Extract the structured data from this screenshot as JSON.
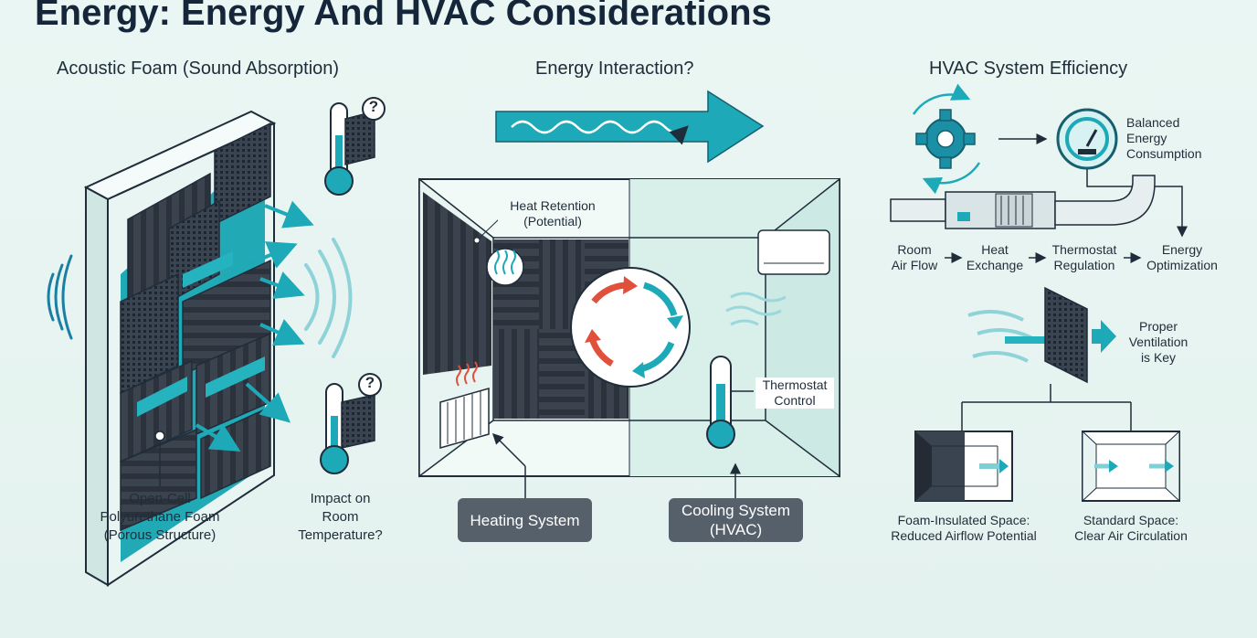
{
  "title": "Energy: Energy And HVAC Considerations",
  "sections": {
    "acoustic": {
      "title": "Acoustic Foam (Sound Absorption)",
      "foam_label_lines": [
        "Open-Cell",
        "Polyurethane Foam",
        "(Porous Structure)"
      ],
      "impact_label_lines": [
        "Impact on",
        "Room",
        "Temperature?"
      ],
      "question_mark": "?"
    },
    "interaction": {
      "title": "Energy Interaction?",
      "heat_retention_lines": [
        "Heat Retention",
        "(Potential)"
      ],
      "thermostat_lines": [
        "Thermostat",
        "Control"
      ],
      "heating_button": "Heating System",
      "cooling_button": "Cooling System\n(HVAC)"
    },
    "hvac": {
      "title": "HVAC System Efficiency",
      "balanced_lines": [
        "Balanced",
        "Energy",
        "Consumption"
      ],
      "flow_steps": [
        {
          "lines": [
            "Room",
            "Air Flow"
          ]
        },
        {
          "lines": [
            "Heat",
            "Exchange"
          ]
        },
        {
          "lines": [
            "Thermostat",
            "Regulation"
          ]
        },
        {
          "lines": [
            "Energy",
            "Optimization"
          ]
        }
      ],
      "ventilation_lines": [
        "Proper",
        "Ventilation",
        "is Key"
      ],
      "foam_space_lines": [
        "Foam-Insulated Space:",
        "Reduced Airflow Potential"
      ],
      "standard_space_lines": [
        "Standard Space:",
        "Clear Air Circulation"
      ]
    }
  },
  "colors": {
    "teal": "#1ea9b8",
    "dark_teal": "#16606e",
    "navy": "#1f2d3a",
    "foam": "#3a4350",
    "heat_red": "#e0503a",
    "button": "#56606b"
  }
}
